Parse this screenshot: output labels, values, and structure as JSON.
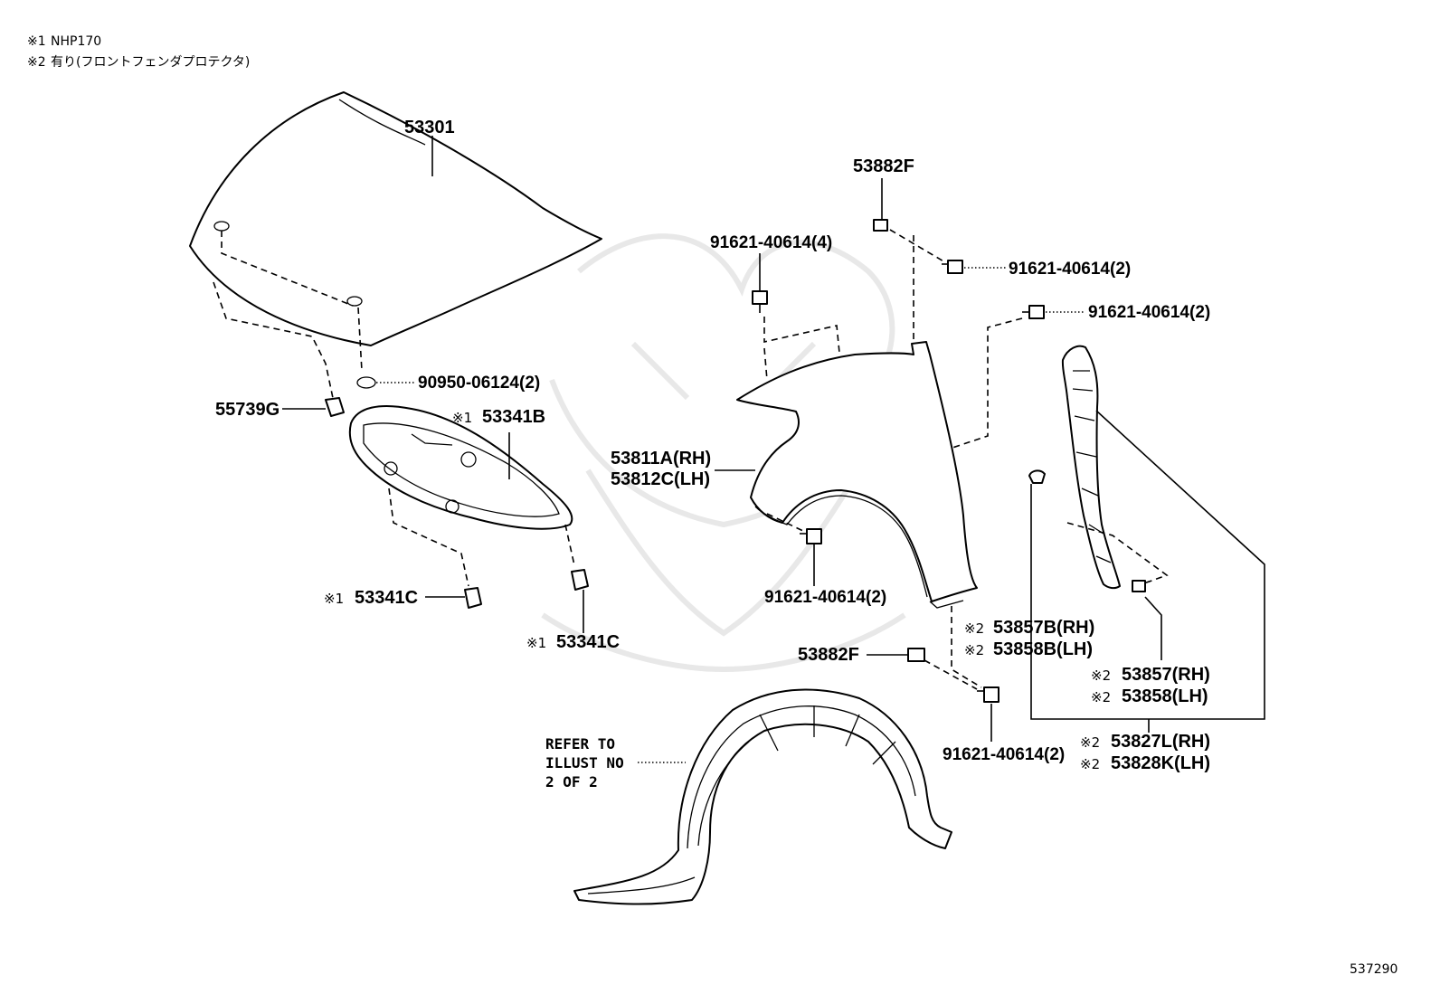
{
  "notes": [
    {
      "mark": "※1",
      "text": "NHP170"
    },
    {
      "mark": "※2",
      "text": "有り(フロントフェンダプロテクタ)"
    }
  ],
  "labels": {
    "hood": "53301",
    "clip_55739": "55739G",
    "grommet": "90950-06124(2)",
    "insulator_mark": "※1",
    "insulator": "53341B",
    "clip_c_left_mark": "※1",
    "clip_c_left": "53341C",
    "clip_c_right_mark": "※1",
    "clip_c_right": "53341C",
    "nut_top": "53882F",
    "bolt_4": "91621-40614(4)",
    "bolt_top_right": "91621-40614(2)",
    "bolt_right": "91621-40614(2)",
    "fender_rh": "53811A(RH)",
    "fender_lh": "53812C(LH)",
    "bolt_fender_bottom": "91621-40614(2)",
    "nut_lower": "53882F",
    "seal_rh_mark": "※2",
    "seal_rh": "53857B(RH)",
    "seal_lh_mark": "※2",
    "seal_lh": "53858B(LH)",
    "protector_rh_mark": "※2",
    "protector_rh": "53857(RH)",
    "protector_lh_mark": "※2",
    "protector_lh": "53858(LH)",
    "bolt_liner": "91621-40614(2)",
    "assy_rh_mark": "※2",
    "assy_rh": "53827L(RH)",
    "assy_lh_mark": "※2",
    "assy_lh": "53828K(LH)",
    "refer_1": "REFER TO",
    "refer_2": "ILLUST NO",
    "refer_3": "2 OF 2",
    "diagram_id": "537290"
  },
  "icons": [
    "hood-icon",
    "insulator-icon",
    "fender-icon",
    "fender-liner-icon",
    "protector-icon",
    "bolt-icon",
    "clip-icon",
    "nut-icon",
    "grommet-icon"
  ]
}
